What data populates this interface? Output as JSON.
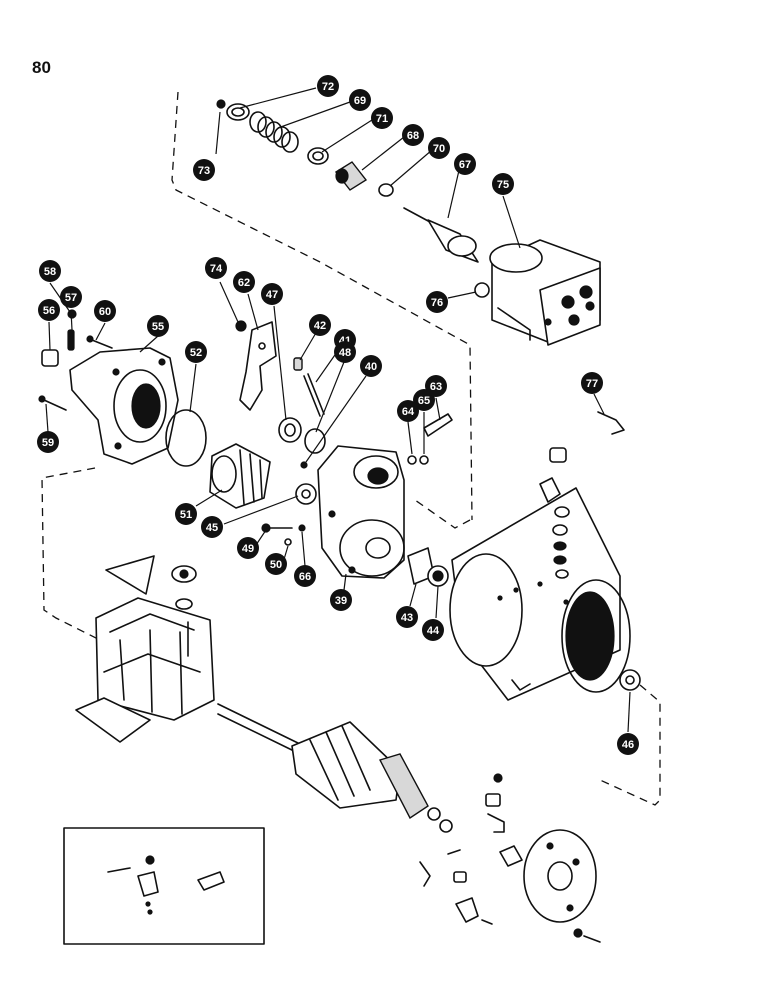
{
  "page_number": "80",
  "callouts": [
    {
      "id": "72",
      "label": "72"
    },
    {
      "id": "69",
      "label": "69"
    },
    {
      "id": "71",
      "label": "71"
    },
    {
      "id": "68",
      "label": "68"
    },
    {
      "id": "70",
      "label": "70"
    },
    {
      "id": "67",
      "label": "67"
    },
    {
      "id": "73",
      "label": "73"
    },
    {
      "id": "75",
      "label": "75"
    },
    {
      "id": "76",
      "label": "76"
    },
    {
      "id": "74",
      "label": "74"
    },
    {
      "id": "62",
      "label": "62"
    },
    {
      "id": "47",
      "label": "47"
    },
    {
      "id": "42",
      "label": "42"
    },
    {
      "id": "41",
      "label": "41"
    },
    {
      "id": "48",
      "label": "48"
    },
    {
      "id": "40",
      "label": "40"
    },
    {
      "id": "58",
      "label": "58"
    },
    {
      "id": "57",
      "label": "57"
    },
    {
      "id": "56",
      "label": "56"
    },
    {
      "id": "60",
      "label": "60"
    },
    {
      "id": "55",
      "label": "55"
    },
    {
      "id": "52",
      "label": "52"
    },
    {
      "id": "59",
      "label": "59"
    },
    {
      "id": "64",
      "label": "64"
    },
    {
      "id": "65",
      "label": "65"
    },
    {
      "id": "63",
      "label": "63"
    },
    {
      "id": "77",
      "label": "77"
    },
    {
      "id": "51",
      "label": "51"
    },
    {
      "id": "45",
      "label": "45"
    },
    {
      "id": "49",
      "label": "49"
    },
    {
      "id": "50",
      "label": "50"
    },
    {
      "id": "66",
      "label": "66"
    },
    {
      "id": "39",
      "label": "39"
    },
    {
      "id": "43",
      "label": "43"
    },
    {
      "id": "44",
      "label": "44"
    },
    {
      "id": "46",
      "label": "46"
    }
  ]
}
